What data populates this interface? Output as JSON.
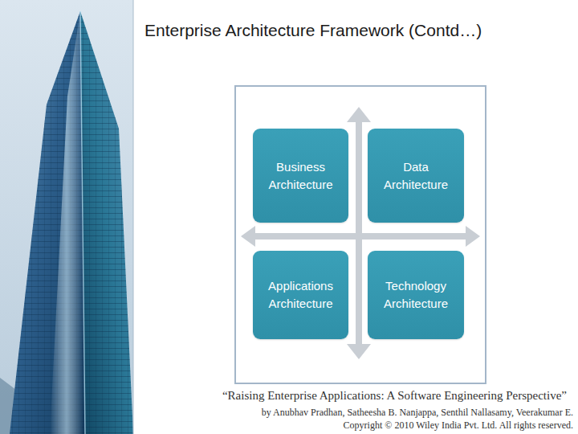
{
  "diagram": {
    "title": "Enterprise Architecture Framework (Contd…)",
    "nodes": [
      {
        "text": [
          "Business Architecture"
        ]
      },
      {
        "text": [
          "Data Architecture"
        ]
      },
      {
        "text": [
          "Applications Architecture"
        ]
      },
      {
        "text": [
          "Technology Architecture"
        ]
      }
    ],
    "labels": [
      "“Raising Enterprise Applications: A Software Engineering Perspective”",
      "by Anubhav Pradhan, Satheesha B. Nanjappa, Senthil Nallasamy, Veerakumar E.",
      "Copyright © 2010 Wiley India Pvt. Ltd. All rights reserved."
    ]
  }
}
